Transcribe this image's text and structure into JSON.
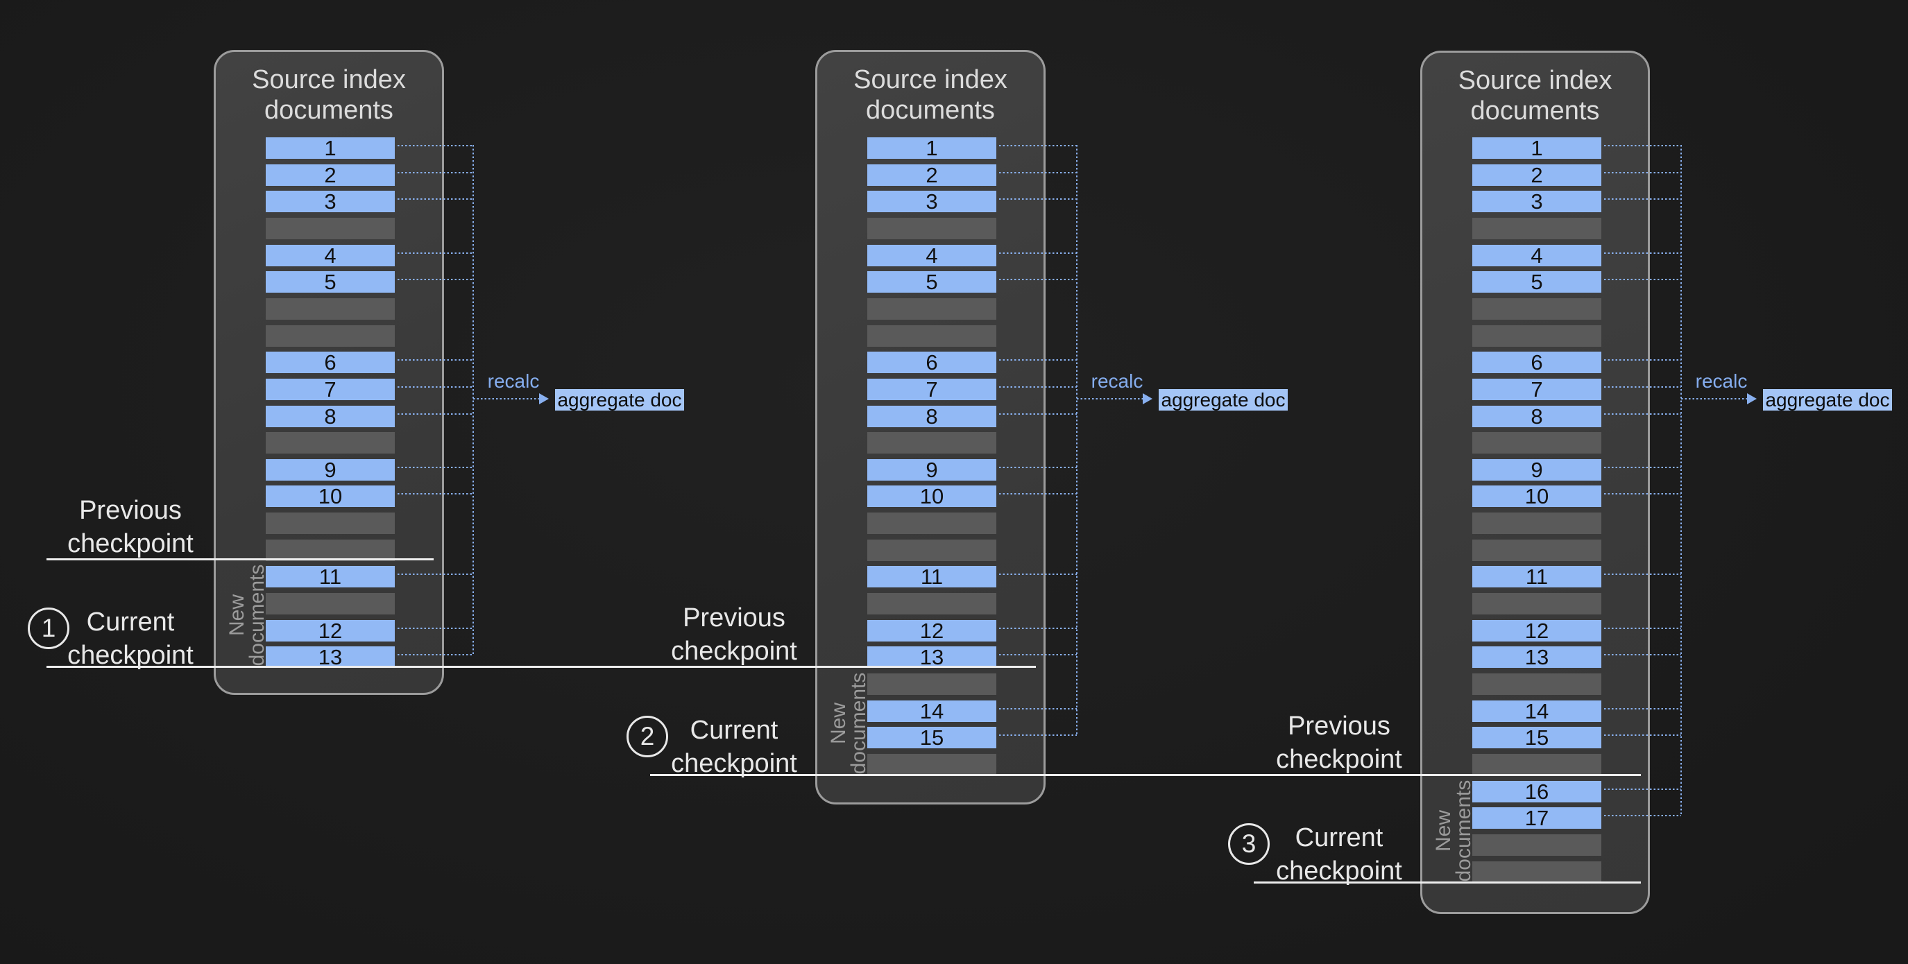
{
  "colors": {
    "background": "#1c1c1c",
    "panel_fill": "#3b3b3b",
    "panel_border": "#9c9c9c",
    "document_bar": "#92b9f5",
    "empty_bar": "#5a5a5a",
    "bar_number_text": "#111111",
    "dotted_line": "#89b0ef",
    "recalc_text": "#85adee",
    "aggregate_fill": "#a4c5f6",
    "aggregate_text": "#0d0d0d",
    "checkpoint_line": "#ededed",
    "checkpoint_label_text": "#e8e8e8",
    "new_documents_text": "#9b9b9b"
  },
  "panels": [
    {
      "title_lines": [
        "Source index",
        "documents"
      ],
      "side_label_lines": [
        "New",
        "documents"
      ],
      "recalc_label": "recalc",
      "aggregate_label": "aggregate doc",
      "rows": [
        {
          "type": "doc",
          "label": "1"
        },
        {
          "type": "doc",
          "label": "2"
        },
        {
          "type": "doc",
          "label": "3"
        },
        {
          "type": "empty",
          "label": ""
        },
        {
          "type": "doc",
          "label": "4"
        },
        {
          "type": "doc",
          "label": "5"
        },
        {
          "type": "empty",
          "label": ""
        },
        {
          "type": "empty",
          "label": ""
        },
        {
          "type": "doc",
          "label": "6"
        },
        {
          "type": "doc",
          "label": "7"
        },
        {
          "type": "doc",
          "label": "8"
        },
        {
          "type": "empty",
          "label": ""
        },
        {
          "type": "doc",
          "label": "9"
        },
        {
          "type": "doc",
          "label": "10"
        },
        {
          "type": "empty",
          "label": ""
        },
        {
          "type": "empty",
          "label": ""
        },
        {
          "type": "doc",
          "label": "11"
        },
        {
          "type": "empty",
          "label": ""
        },
        {
          "type": "doc",
          "label": "12"
        },
        {
          "type": "doc",
          "label": "13"
        }
      ]
    },
    {
      "title_lines": [
        "Source index",
        "documents"
      ],
      "side_label_lines": [
        "New",
        "documents"
      ],
      "recalc_label": "recalc",
      "aggregate_label": "aggregate doc",
      "rows": [
        {
          "type": "doc",
          "label": "1"
        },
        {
          "type": "doc",
          "label": "2"
        },
        {
          "type": "doc",
          "label": "3"
        },
        {
          "type": "empty",
          "label": ""
        },
        {
          "type": "doc",
          "label": "4"
        },
        {
          "type": "doc",
          "label": "5"
        },
        {
          "type": "empty",
          "label": ""
        },
        {
          "type": "empty",
          "label": ""
        },
        {
          "type": "doc",
          "label": "6"
        },
        {
          "type": "doc",
          "label": "7"
        },
        {
          "type": "doc",
          "label": "8"
        },
        {
          "type": "empty",
          "label": ""
        },
        {
          "type": "doc",
          "label": "9"
        },
        {
          "type": "doc",
          "label": "10"
        },
        {
          "type": "empty",
          "label": ""
        },
        {
          "type": "empty",
          "label": ""
        },
        {
          "type": "doc",
          "label": "11"
        },
        {
          "type": "empty",
          "label": ""
        },
        {
          "type": "doc",
          "label": "12"
        },
        {
          "type": "doc",
          "label": "13"
        },
        {
          "type": "empty",
          "label": ""
        },
        {
          "type": "doc",
          "label": "14"
        },
        {
          "type": "doc",
          "label": "15"
        },
        {
          "type": "empty",
          "label": ""
        }
      ]
    },
    {
      "title_lines": [
        "Source index",
        "documents"
      ],
      "side_label_lines": [
        "New",
        "documents"
      ],
      "recalc_label": "recalc",
      "aggregate_label": "aggregate doc",
      "rows": [
        {
          "type": "doc",
          "label": "1"
        },
        {
          "type": "doc",
          "label": "2"
        },
        {
          "type": "doc",
          "label": "3"
        },
        {
          "type": "empty",
          "label": ""
        },
        {
          "type": "doc",
          "label": "4"
        },
        {
          "type": "doc",
          "label": "5"
        },
        {
          "type": "empty",
          "label": ""
        },
        {
          "type": "empty",
          "label": ""
        },
        {
          "type": "doc",
          "label": "6"
        },
        {
          "type": "doc",
          "label": "7"
        },
        {
          "type": "doc",
          "label": "8"
        },
        {
          "type": "empty",
          "label": ""
        },
        {
          "type": "doc",
          "label": "9"
        },
        {
          "type": "doc",
          "label": "10"
        },
        {
          "type": "empty",
          "label": ""
        },
        {
          "type": "empty",
          "label": ""
        },
        {
          "type": "doc",
          "label": "11"
        },
        {
          "type": "empty",
          "label": ""
        },
        {
          "type": "doc",
          "label": "12"
        },
        {
          "type": "doc",
          "label": "13"
        },
        {
          "type": "empty",
          "label": ""
        },
        {
          "type": "doc",
          "label": "14"
        },
        {
          "type": "doc",
          "label": "15"
        },
        {
          "type": "empty",
          "label": ""
        },
        {
          "type": "doc",
          "label": "16"
        },
        {
          "type": "doc",
          "label": "17"
        },
        {
          "type": "empty",
          "label": ""
        },
        {
          "type": "empty",
          "label": ""
        }
      ]
    }
  ],
  "checkpoints": [
    {
      "number": "1",
      "previous_lines": [
        "Previous",
        "checkpoint"
      ],
      "current_lines": [
        "Current",
        "checkpoint"
      ]
    },
    {
      "number": "2",
      "previous_lines": [
        "Previous",
        "checkpoint"
      ],
      "current_lines": [
        "Current",
        "checkpoint"
      ]
    },
    {
      "number": "3",
      "previous_lines": [
        "Previous",
        "checkpoint"
      ],
      "current_lines": [
        "Current",
        "checkpoint"
      ]
    }
  ]
}
